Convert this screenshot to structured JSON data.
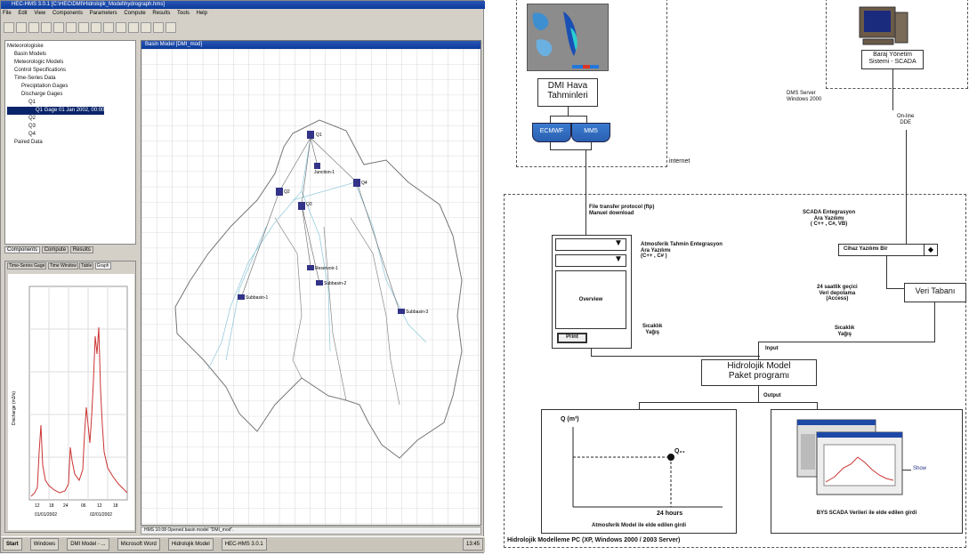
{
  "app": {
    "title": "HEC-HMS 3.0.1 [C:\\HEC\\DMI\\Hidrolojik_Model\\hydrograph.hms]",
    "menu": [
      "File",
      "Edit",
      "View",
      "Components",
      "Parameters",
      "Compute",
      "Results",
      "Tools",
      "Help"
    ],
    "tree": [
      "Meteorologiske",
      "Basin Models",
      "Meteorologic Models",
      "Control Specifications",
      "Time-Series Data",
      "Precipitation Gages",
      "Discharge Gages",
      "Q1",
      "Q1 Gage 01 Jan 2002, 00:00",
      "Q2",
      "Q3",
      "Q4",
      "Paired Data"
    ],
    "panel_tabs": [
      "Components",
      "Compute",
      "Results"
    ],
    "subtabs": [
      "Time-Series Gage",
      "Time Window",
      "Table",
      "Graph"
    ],
    "canvas_title": "Basin Model [DMI_mod]",
    "nodes": [
      "Q1",
      "Junction-1",
      "Q2",
      "Q3",
      "Q4",
      "Reservoir-1",
      "Subbasin-1",
      "Subbasin-2",
      "Subbasin-3"
    ],
    "graph_ylabel": "Discharge (m3/s)",
    "graph_xlabels": [
      "12",
      "18",
      "24",
      "06",
      "12",
      "18"
    ],
    "graph_dates": [
      "01/01/2002",
      "02/01/2002"
    ],
    "status": "HMS 10:08 Opened basin model \"DMI_mod\".",
    "taskbar": [
      "Start",
      "Windows",
      "DMI Model - ...",
      "Microsoft Word",
      "Hidrolojik Model",
      "HEC-HMS 3.0.1"
    ],
    "clock": "13:45"
  },
  "diagram": {
    "dmi_title": "DMI Hava\nTahminleri",
    "ecmwf": "ECMWF",
    "mm5": "MM5",
    "internet": "internet",
    "dms_server": "DMS Server\nWindows 2000",
    "scada_box": "Baraj Yönetim\nSistemi - SCADA",
    "online_dde": "On-line\nDDE",
    "file_transfer": "File transfer protocol (ftp)\nManuel download",
    "scada_integ": "SCADA Entegrasyon\nAra Yazılımı\n( C++ , C#, VB)",
    "atm_integ": "Atmosferik Tahmin Entegrasyon\nAra Yazılımı\n(C++ , C# )",
    "overview": "Overview",
    "print": "Print",
    "scada_dropdown": "Cihaz Yazılımı Bir",
    "hourly_store": "24 saatlik geçici\nVeri depolama\n(Access)",
    "db": "Veri Tabanı",
    "temp_rain_left": "Sıcaklık\nYağış",
    "temp_rain_right": "Sıcaklık\nYağış",
    "input": "Input",
    "hydro_model": "Hidrolojik Model\nPaket programı",
    "output": "Output",
    "q_label": "Q (m³)",
    "q24": "Q₂₄",
    "hours24": "24 hours",
    "left_caption": "Atmosferik Model ile elde edilen girdi",
    "right_caption": "BYS SCADA Verileri ile elde edilen girdi",
    "screenshot_label": "Show",
    "footer": "Hidrolojik Modelleme PC (XP, Windows 2000 / 2003 Server)"
  }
}
